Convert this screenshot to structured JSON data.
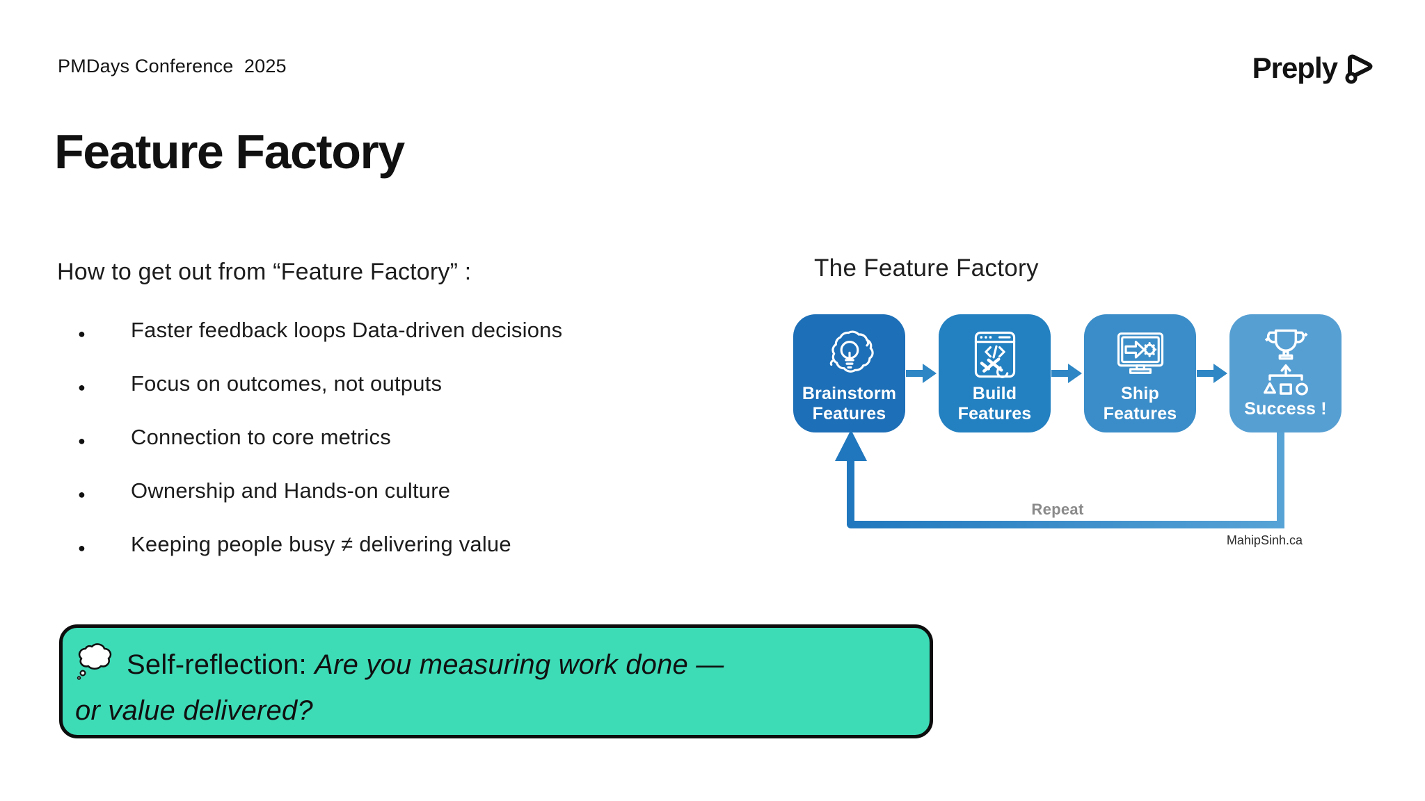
{
  "header": {
    "conference_label": "PMDays Conference  2025",
    "brand": "Preply"
  },
  "title": "Feature Factory",
  "content": {
    "intro": "How to get out from “Feature Factory” :",
    "bullets": [
      "Faster feedback loops Data-driven decisions",
      "Focus on outcomes, not outputs",
      "Connection to core metrics",
      "Ownership and Hands-on culture",
      "Keeping people busy ≠ delivering value"
    ]
  },
  "diagram": {
    "title": "The Feature Factory",
    "steps": [
      {
        "label": "Brainstorm\nFeatures",
        "icon": "brainstorm-icon",
        "color": "#1d6fb7"
      },
      {
        "label": "Build\nFeatures",
        "icon": "build-tools-icon",
        "color": "#2380c1"
      },
      {
        "label": "Ship\nFeatures",
        "icon": "ship-monitor-icon",
        "color": "#3a8dc8"
      },
      {
        "label": "Success !",
        "icon": "trophy-icon",
        "color": "#569fd3"
      }
    ],
    "repeat_label": "Repeat",
    "credit": "MahipSinh.ca",
    "loop_color_dark": "#2077bd",
    "loop_color_light": "#57a3d6"
  },
  "callout": {
    "icon": "thought-bubble-icon",
    "prefix": "Self-reflection:",
    "question_line1": "Are you measuring work done —",
    "question_line2": "or value delivered?",
    "bg_color": "#3edbb7",
    "border_color": "#0d0d0d"
  }
}
